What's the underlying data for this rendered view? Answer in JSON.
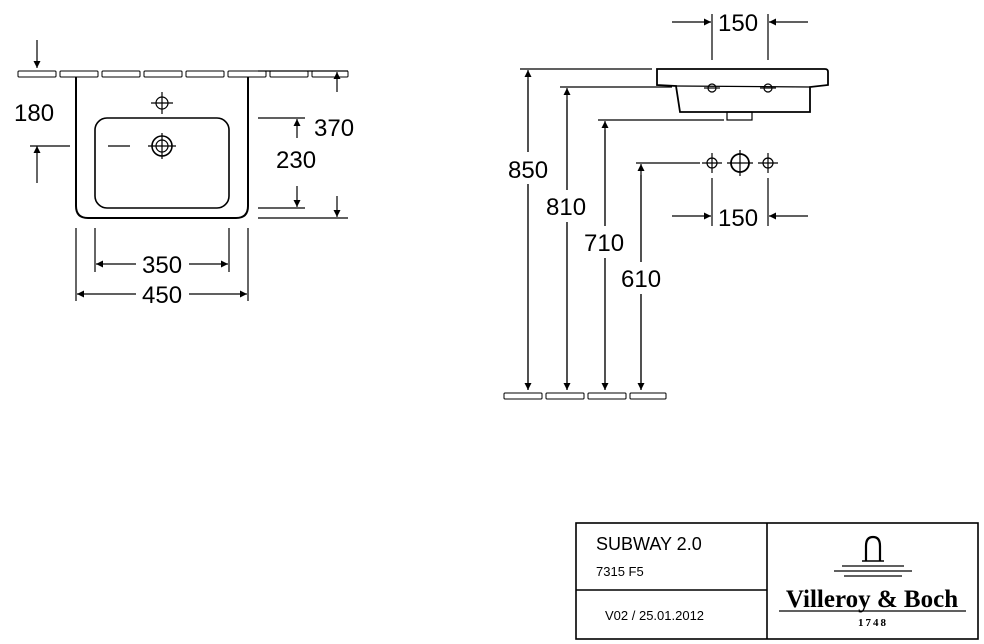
{
  "plan_view": {
    "dim_180": "180",
    "dim_370": "370",
    "dim_230": "230",
    "dim_350": "350",
    "dim_450": "450"
  },
  "side_view": {
    "dim_150_top": "150",
    "dim_850": "850",
    "dim_810": "810",
    "dim_710": "710",
    "dim_610": "610",
    "dim_150_bottom": "150"
  },
  "title_block": {
    "product": "SUBWAY 2.0",
    "article": "7315 F5",
    "version": "V02 / 25.01.2012",
    "brand": "Villeroy & Boch",
    "brand_year": "1748"
  }
}
